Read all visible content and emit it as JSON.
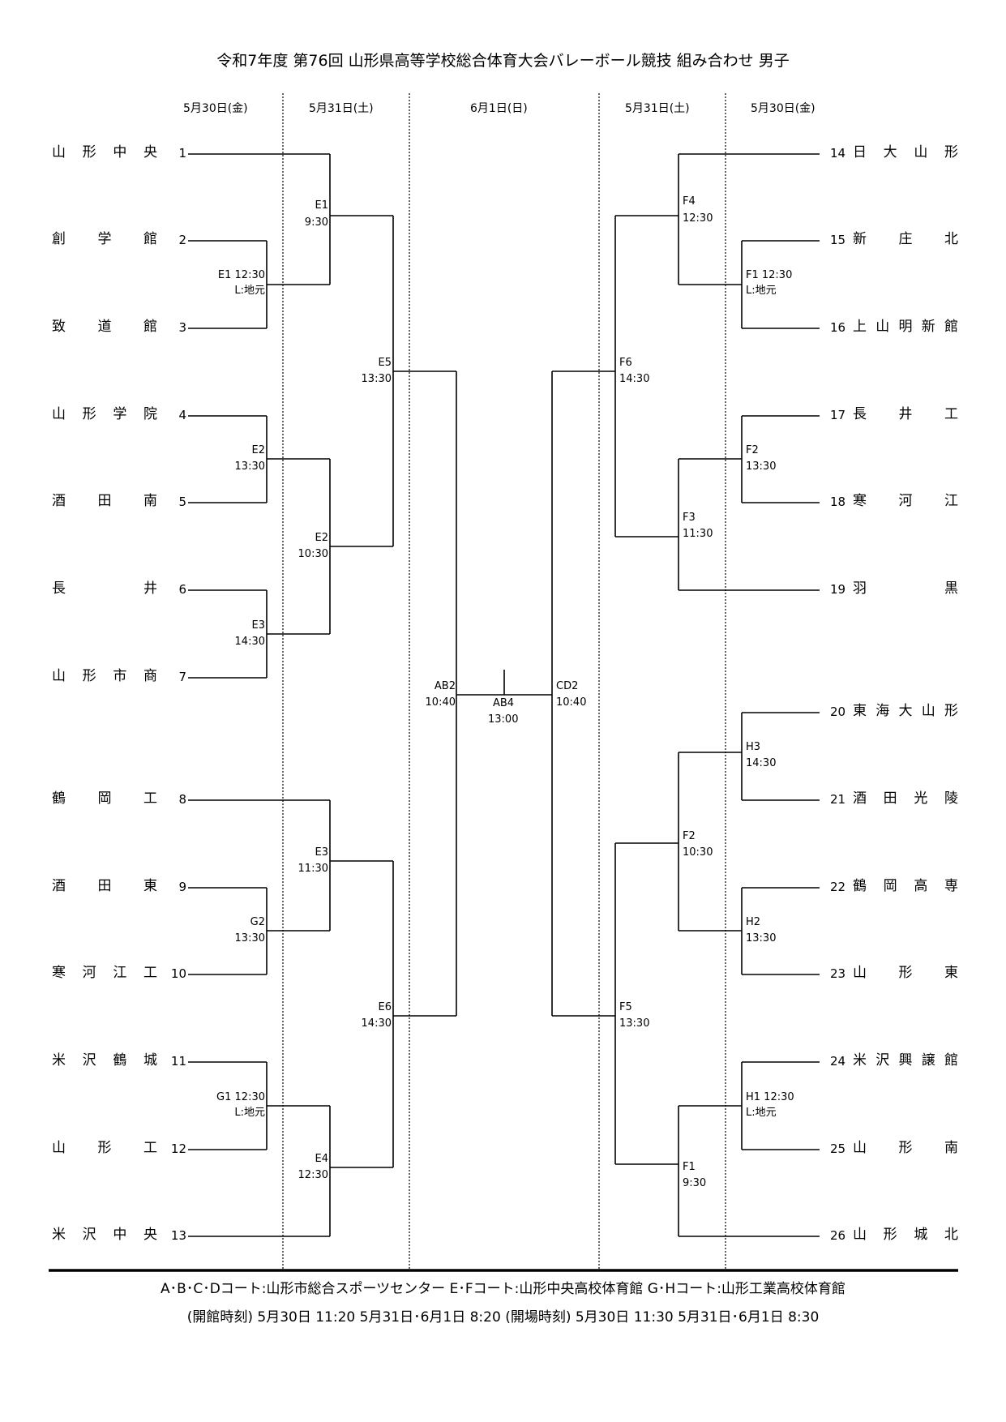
{
  "title": "令和7年度  第76回  山形県高等学校総合体育大会バレーボール競技  組み合わせ  男子",
  "dates": {
    "d1_left": "5月30日(金)",
    "d2_left": "5月31日(土)",
    "d3_center": "6月1日(日)",
    "d2_right": "5月31日(土)",
    "d1_right": "5月30日(金)"
  },
  "teams_left": [
    {
      "seed": "1",
      "name": "山形中央"
    },
    {
      "seed": "2",
      "name": "創学館"
    },
    {
      "seed": "3",
      "name": "致道館"
    },
    {
      "seed": "4",
      "name": "山形学院"
    },
    {
      "seed": "5",
      "name": "酒田南"
    },
    {
      "seed": "6",
      "name": "長井"
    },
    {
      "seed": "7",
      "name": "山形市商"
    },
    {
      "seed": "8",
      "name": "鶴岡工"
    },
    {
      "seed": "9",
      "name": "酒田東"
    },
    {
      "seed": "10",
      "name": "寒河江工"
    },
    {
      "seed": "11",
      "name": "米沢鶴城"
    },
    {
      "seed": "12",
      "name": "山形工"
    },
    {
      "seed": "13",
      "name": "米沢中央"
    }
  ],
  "teams_right": [
    {
      "seed": "14",
      "name": "日大山形"
    },
    {
      "seed": "15",
      "name": "新庄北"
    },
    {
      "seed": "16",
      "name": "上山明新館"
    },
    {
      "seed": "17",
      "name": "長井工"
    },
    {
      "seed": "18",
      "name": "寒河江"
    },
    {
      "seed": "19",
      "name": "羽黒"
    },
    {
      "seed": "20",
      "name": "東海大山形"
    },
    {
      "seed": "21",
      "name": "酒田光陵"
    },
    {
      "seed": "22",
      "name": "鶴岡高専"
    },
    {
      "seed": "23",
      "name": "山形東"
    },
    {
      "seed": "24",
      "name": "米沢興譲館"
    },
    {
      "seed": "25",
      "name": "山形南"
    },
    {
      "seed": "26",
      "name": "山形城北"
    }
  ],
  "matches": {
    "l_r1_a": "E1 12:30",
    "l_r1_a_note": "L:地元",
    "l_r1_b_court": "E2",
    "l_r1_b_time": "13:30",
    "l_r1_c_court": "E3",
    "l_r1_c_time": "14:30",
    "l_r1_d_court": "G2",
    "l_r1_d_time": "13:30",
    "l_r1_e": "G1 12:30",
    "l_r1_e_note": "L:地元",
    "l_r2_a_court": "E1",
    "l_r2_a_time": "9:30",
    "l_r2_b_court": "E2",
    "l_r2_b_time": "10:30",
    "l_r2_c_court": "E3",
    "l_r2_c_time": "11:30",
    "l_r2_d_court": "E4",
    "l_r2_d_time": "12:30",
    "l_r3_a_court": "E5",
    "l_r3_a_time": "13:30",
    "l_r3_b_court": "E6",
    "l_r3_b_time": "14:30",
    "semi_l_court": "AB2",
    "semi_l_time": "10:40",
    "final_court": "AB4",
    "final_time": "13:00",
    "semi_r_court": "CD2",
    "semi_r_time": "10:40",
    "r_r3_a_court": "F6",
    "r_r3_a_time": "14:30",
    "r_r3_b_court": "F5",
    "r_r3_b_time": "13:30",
    "r_r2_a_court": "F4",
    "r_r2_a_time": "12:30",
    "r_r2_b_court": "F3",
    "r_r2_b_time": "11:30",
    "r_r2_c_court": "F2",
    "r_r2_c_time": "10:30",
    "r_r2_d_court": "F1",
    "r_r2_d_time": "9:30",
    "r_r1_a": "F1 12:30",
    "r_r1_a_note": "L:地元",
    "r_r1_b_court": "F2",
    "r_r1_b_time": "13:30",
    "r_r1_c_court": "H3",
    "r_r1_c_time": "14:30",
    "r_r1_d_court": "H2",
    "r_r1_d_time": "13:30",
    "r_r1_e": "H1 12:30",
    "r_r1_e_note": "L:地元"
  },
  "footer": {
    "courts": "A･B･C･Dコート:山形市総合スポーツセンター      E･Fコート:山形中央高校体育館      G･Hコート:山形工業高校体育館",
    "times": "(開館時刻) 5月30日  11:20     5月31日･6月1日  8:20          (開場時刻) 5月30日  11:30     5月31日･6月1日  8:30"
  }
}
